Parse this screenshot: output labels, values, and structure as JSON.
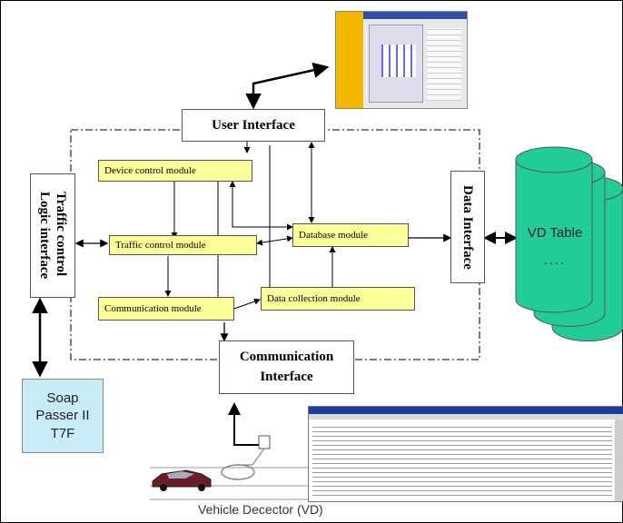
{
  "nodes": {
    "user_interface": "User Interface",
    "traffic_logic_line1": "Traffic control",
    "traffic_logic_line2": "Logic interface",
    "device_control": "Device control module",
    "traffic_control": "Traffic control module",
    "communication_module": "Communication module",
    "database_module": "Database module",
    "data_collection": "Data collection module",
    "data_interface": "Data Interface",
    "comm_interface_line1": "Communication",
    "comm_interface_line2": "Interface",
    "vd_table": "VD Table",
    "vd_table_dots": "....",
    "soap_line1": "Soap",
    "soap_line2": "Passer II",
    "soap_line3": "T7F",
    "vehicle_detector": "Vehicle Decector (VD)"
  },
  "colors": {
    "module_fill": "#ffff99",
    "cylinder_fill": "#22cc99",
    "soap_fill": "#c8ecf6",
    "app_sidebar": "#f2b800"
  }
}
